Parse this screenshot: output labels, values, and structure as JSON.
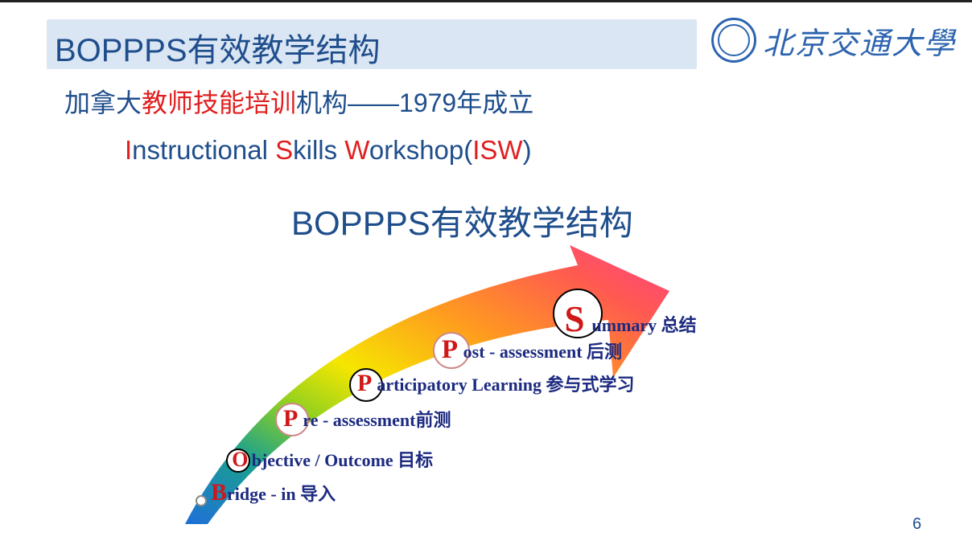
{
  "slide": {
    "title": "BOPPPS有效教学结构",
    "logo_text": "北京交通大學",
    "line1": {
      "pre": "加拿大",
      "red": "教师技能培训",
      "post": "机构——1979年成立"
    },
    "line2": [
      {
        "t": "I",
        "red": true
      },
      {
        "t": "nstructional ",
        "red": false
      },
      {
        "t": "S",
        "red": true
      },
      {
        "t": "kills ",
        "red": false
      },
      {
        "t": "W",
        "red": true
      },
      {
        "t": "orkshop(",
        "red": false
      },
      {
        "t": "ISW",
        "red": true
      },
      {
        "t": ")",
        "red": false
      }
    ],
    "heading": "BOPPPS有效教学结构",
    "steps": [
      {
        "letter": "B",
        "text": "ridge - in  导入"
      },
      {
        "letter": "O",
        "text": "bjective / Outcome 目标"
      },
      {
        "letter": "P",
        "text": "re - assessment前测"
      },
      {
        "letter": "P",
        "text": "articipatory Learning 参与式学习"
      },
      {
        "letter": "P",
        "text": "ost - assessment 后测"
      },
      {
        "letter": "S",
        "text": "ummary 总结"
      }
    ],
    "page_number": "6"
  }
}
